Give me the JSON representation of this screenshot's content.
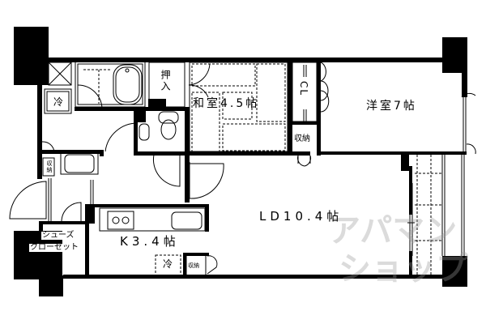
{
  "floor_plan": {
    "rooms": {
      "washitsu": "和室4.5帖",
      "yoshitsu": "洋室7帖",
      "ld": "LD10.4帖",
      "kitchen": "K3.4帖"
    },
    "labels": {
      "oshiire": "押入",
      "closet": "CL",
      "storage": "収納",
      "fridge": "冷",
      "fridge_kitchen": "冷",
      "storage_small_1": "収納",
      "storage_small_2": "収納",
      "shoes_closet_line1": "シューズ",
      "shoes_closet_line2": "クローゼット"
    },
    "watermark": "アパマンショップ",
    "colors": {
      "wall": "#000000",
      "background": "#ffffff",
      "watermark": "#9a9a9a"
    }
  }
}
